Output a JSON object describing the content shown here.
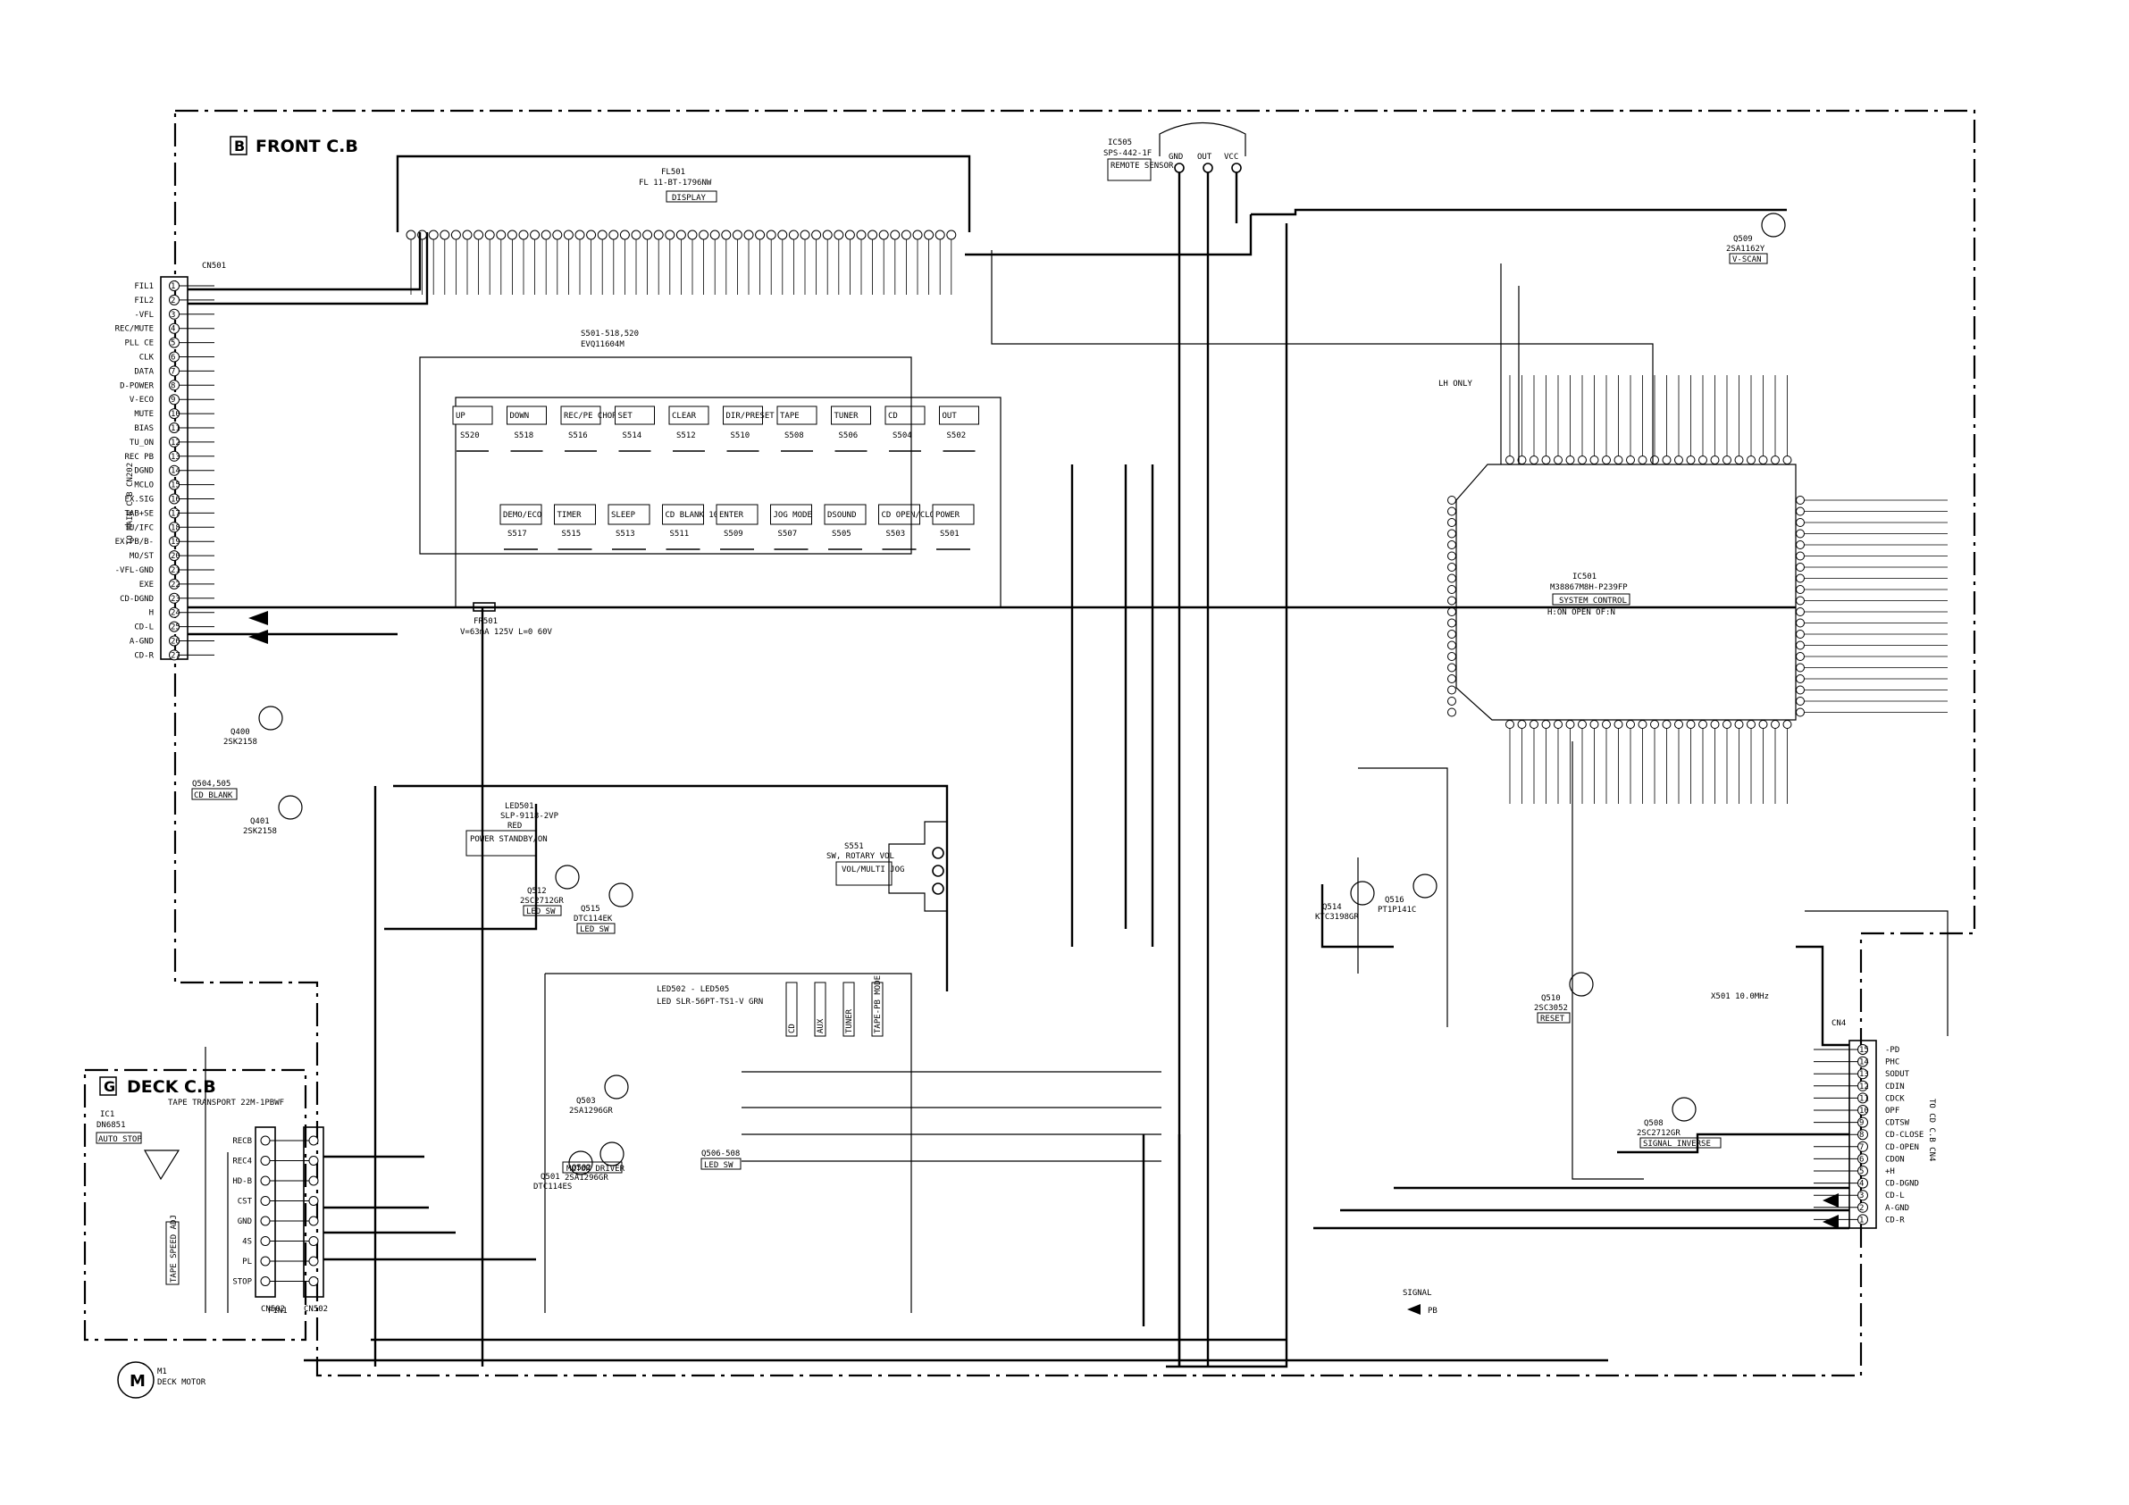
{
  "boards": {
    "front": {
      "letter": "B",
      "title": "FRONT C.B"
    },
    "deck": {
      "letter": "G",
      "title": "DECK C.B"
    }
  },
  "display": {
    "ref": "FL501",
    "part": "FL 11-BT-1796NW",
    "name": "DISPLAY"
  },
  "remote": {
    "ref": "IC505",
    "part": "SPS-442-1F",
    "name": "REMOTE SENSOR",
    "pins": [
      "GND",
      "OUT",
      "VCC"
    ]
  },
  "mcu": {
    "ref": "IC501",
    "part": "M38867M8H-P239FP",
    "name": "SYSTEM CONTROL",
    "note": "H:ON OPEN OF:N"
  },
  "cn501": {
    "ref": "CN501",
    "side_label": "TO MAIN C.B CN202",
    "pins": [
      "FIL1",
      "FIL2",
      "-VFL",
      "REC/MUTE",
      "PLL CE",
      "CLK",
      "DATA",
      "D-POWER",
      "V-ECO",
      "MUTE",
      "BIAS",
      "TU_ON",
      "REC PB",
      "DGND",
      "MCLO",
      "EX.SIG",
      "TAB+SE",
      "TU/IFC",
      "EX.PB/B-",
      "MO/ST",
      "-VFL-GND",
      "EXE",
      "CD-DGND",
      "H",
      "CD-L",
      "A-GND",
      "CD-R"
    ]
  },
  "cn4": {
    "ref": "CN4",
    "side_label": "TO CD C.B CN4",
    "pins": [
      "-PD",
      "PHC",
      "SODUT",
      "CDIN",
      "CDCK",
      "OPF",
      "CDTSW",
      "CD-CLOSE",
      "CD-OPEN",
      "CDON",
      "+H",
      "CD-DGND",
      "CD-L",
      "A-GND",
      "CD-R"
    ]
  },
  "cn502": {
    "ref": "CN502",
    "pins": [
      "RECB",
      "REC4",
      "HD-B",
      "CST",
      "GND",
      "4S",
      "PL",
      "STOP"
    ]
  },
  "keys": {
    "switch_ref": "S501-518,520",
    "switch_part": "EVQ11604M",
    "row1": [
      "UP",
      "DOWN",
      "REC/PE CHORE",
      "SET",
      "CLEAR",
      "DIR/PRESET",
      "TAPE",
      "TUNER",
      "CD",
      "OUT"
    ],
    "row1_refs": [
      "S520",
      "S518",
      "S516",
      "S514",
      "S512",
      "S510",
      "S508",
      "S506",
      "S504",
      "S502"
    ],
    "row2": [
      "DEMO/ECO",
      "TIMER",
      "SLEEP",
      "CD BLANK 10/POS",
      "ENTER",
      "JOG MODE",
      "DSOUND",
      "CD OPEN/CLOSE",
      "POWER"
    ],
    "row2_refs": [
      "S517",
      "S515",
      "S513",
      "S511",
      "S509",
      "S507",
      "S505",
      "S503",
      "S501"
    ]
  },
  "leds": {
    "led501": {
      "ref": "LED501",
      "part": "SLP-9118-2VP",
      "color": "RED",
      "name": "POWER STANDBY/ON"
    },
    "led502": {
      "ref": "LED502 - LED505",
      "part": "LED SLR-56PT-TS1-V GRN"
    },
    "labels": [
      "CD",
      "AUX",
      "TUNER",
      "TAPE-PB MODE"
    ]
  },
  "transistors": [
    {
      "ref": "Q512",
      "part": "2SC2712GR",
      "name": "LED SW"
    },
    {
      "ref": "Q515",
      "part": "DTC114EK",
      "name": "LED SW"
    },
    {
      "ref": "Q509",
      "part": "2SA1162Y",
      "name": "V-SCAN"
    },
    {
      "ref": "Q510",
      "part": "2SC3052",
      "name": "RESET"
    },
    {
      "ref": "Q508",
      "part": "2SC2712GR",
      "name": "SIGNAL INVERSE"
    },
    {
      "ref": "Q501",
      "part": "DTC114ES"
    },
    {
      "ref": "Q502",
      "part": "2SA1296GR"
    },
    {
      "ref": "Q503",
      "part": "2SA1296GR"
    },
    {
      "ref": "Q514",
      "part": "KTC3198GR"
    },
    {
      "ref": "Q516",
      "part": "PT1P141C"
    },
    {
      "ref": "Q400",
      "part": "2SK2158"
    },
    {
      "ref": "Q401",
      "part": "2SK2158"
    }
  ],
  "misc": {
    "jog": {
      "ref": "S551",
      "part": "SW, ROTARY VOL",
      "name": "VOL/MULTI JOG"
    },
    "fuse": {
      "ref": "FR501",
      "part": "V=63mA 125V L=0 60V"
    },
    "x501": "X501 10.0MHz",
    "motor": {
      "ref": "M1",
      "name": "DECK MOTOR"
    },
    "tape_transport": "TAPE TRANSPORT 22M-1PBWF",
    "ic1": {
      "ref": "IC1",
      "part": "DN6851",
      "name": "AUTO STOP"
    },
    "tape_speed": "TAPE SPEED ADJ",
    "signal": {
      "label": "SIGNAL",
      "mode": "PB"
    },
    "q504": {
      "ref": "Q504,505",
      "name": "CD BLANK"
    },
    "q506": {
      "ref": "Q506-508",
      "name": "LED SW"
    },
    "motor_drv": "MOTOR DRIVER",
    "lh_only": "LH ONLY",
    "deck_cn": "P1N1"
  }
}
